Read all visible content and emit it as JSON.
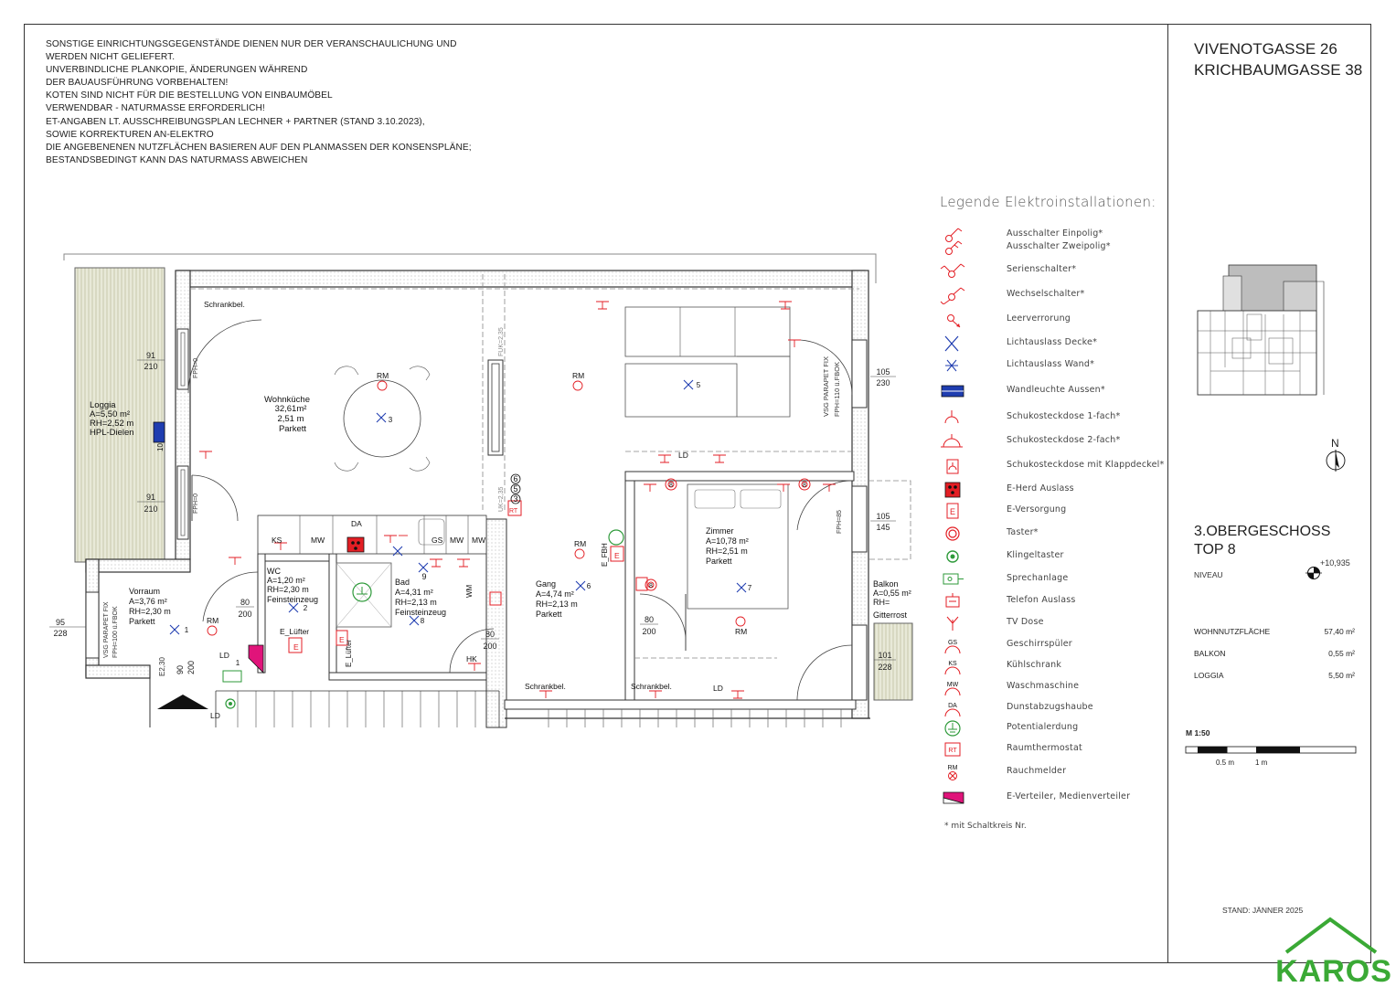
{
  "notes": [
    "SONSTIGE EINRICHTUNGSGEGENSTÄNDE DIENEN NUR DER VERANSCHAULICHUNG UND",
    " WERDEN NICHT GELIEFERT.",
    "UNVERBINDLICHE PLANKOPIE, ÄNDERUNGEN WÄHREND",
    "DER BAUAUSFÜHRUNG VORBEHALTEN!",
    "KOTEN SIND NICHT FÜR DIE BESTELLUNG VON EINBAUMÖBEL",
    " VERWENDBAR - NATURMASSE ERFORDERLICH!",
    "ET-ANGABEN LT. AUSSCHREIBUNGSPLAN LECHNER + PARTNER (STAND 3.10.2023),",
    "SOWIE KORREKTUREN AN-ELEKTRO",
    "DIE ANGEBENENEN NUTZFLÄCHEN BASIEREN AUF DEN PLANMASSEN DER KONSENSPLÄNE;",
    "BESTANDSBEDINGT KANN DAS NATURMASS ABWEICHEN"
  ],
  "address": {
    "line1": "VIVENOTGASSE 26",
    "line2": "KRICHBAUMGASSE 38"
  },
  "floor": {
    "line1": "3.OBERGESCHOSS",
    "line2": "TOP 8",
    "niveau_label": "NIVEAU",
    "level": "+10,935"
  },
  "areas": [
    {
      "label": "WOHNNUTZFLÄCHE",
      "value": "57,40 m²"
    },
    {
      "label": "BALKON",
      "value": "0,55 m²"
    },
    {
      "label": "LOGGIA",
      "value": "5,50 m²"
    }
  ],
  "scale": {
    "label": "M 1:50",
    "tick1": "0.5 m",
    "tick2": "1 m"
  },
  "stand": "STAND:    JÄNNER 2025",
  "logo_text": "KAROS",
  "north_label": "N",
  "legend": {
    "title": "Legende Elektroinstallationen:",
    "items": [
      {
        "icon": "switch-single-icon",
        "label": "Ausschalter Einpolig*"
      },
      {
        "icon": "switch-double-icon",
        "label": "Ausschalter Zweipolig*"
      },
      {
        "icon": "series-switch-icon",
        "label": "Serienschalter*"
      },
      {
        "icon": "changeover-switch-icon",
        "label": "Wechselschalter*"
      },
      {
        "icon": "empty-conduit-icon",
        "label": "Leerverrorung"
      },
      {
        "icon": "ceiling-light-icon",
        "label": "Lichtauslass Decke*"
      },
      {
        "icon": "wall-light-icon",
        "label": "Lichtauslass Wand*"
      },
      {
        "icon": "outdoor-wall-light-icon",
        "label": "Wandleuchte Aussen*"
      },
      {
        "icon": "socket-single-icon",
        "label": "Schukosteckdose 1-fach*"
      },
      {
        "icon": "socket-double-icon",
        "label": "Schukosteckdose 2-fach*"
      },
      {
        "icon": "socket-cover-icon",
        "label": "Schukosteckdose mit Klappdeckel*"
      },
      {
        "icon": "stove-outlet-icon",
        "label": "E-Herd Auslass"
      },
      {
        "icon": "power-supply-icon",
        "label": "E-Versorgung"
      },
      {
        "icon": "push-button-icon",
        "label": "Taster*"
      },
      {
        "icon": "doorbell-button-icon",
        "label": "Klingeltaster"
      },
      {
        "icon": "intercom-icon",
        "label": "Sprechanlage"
      },
      {
        "icon": "phone-outlet-icon",
        "label": "Telefon Auslass"
      },
      {
        "icon": "tv-outlet-icon",
        "label": "TV Dose"
      },
      {
        "icon": "dishwasher-icon",
        "label": "Geschirrspüler"
      },
      {
        "icon": "fridge-icon",
        "label": "Kühlschrank"
      },
      {
        "icon": "washing-machine-icon",
        "label": "Waschmaschine"
      },
      {
        "icon": "extractor-hood-icon",
        "label": "Dunstabzugshaube"
      },
      {
        "icon": "grounding-icon",
        "label": "Potentialerdung"
      },
      {
        "icon": "thermostat-icon",
        "label": "Raumthermostat"
      },
      {
        "icon": "smoke-detector-icon",
        "label": "Rauchmelder"
      },
      {
        "icon": "distribution-board-icon",
        "label": "E-Verteiler, Medienverteiler"
      }
    ],
    "tags": {
      "gs": "GS",
      "ks": "KS",
      "mw": "MW",
      "da": "DA",
      "rm": "RM",
      "rt": "RT",
      "e": "E"
    },
    "footnote": "* mit Schaltkreis Nr."
  },
  "plan": {
    "rooms": [
      {
        "name": "Loggia",
        "area": "A=5,50 m²",
        "height": "RH=2,52 m",
        "floor": "HPL-Dielen"
      },
      {
        "name": "Wohnküche",
        "area": "32,61m²",
        "height": "2,51 m",
        "floor": "Parkett"
      },
      {
        "name": "Vorraum",
        "area": "A=3,76 m²",
        "height": "RH=2,30 m",
        "floor": "Parkett"
      },
      {
        "name": "WC",
        "area": "A=1,20 m²",
        "height": "RH=2,30 m",
        "floor": "Feinsteinzeug"
      },
      {
        "name": "Bad",
        "area": "A=4,31 m²",
        "height": "RH=2,13 m",
        "floor": "Feinsteinzeug"
      },
      {
        "name": "Gang",
        "area": "A=4,74 m²",
        "height": "RH=2,13 m",
        "floor": "Parkett"
      },
      {
        "name": "Zimmer",
        "area": "A=10,78 m²",
        "height": "RH=2,51 m",
        "floor": "Parkett"
      },
      {
        "name": "Balkon",
        "area": "A=0,55 m²",
        "height": "RH=",
        "floor": "Gitterrost"
      }
    ],
    "labels": {
      "schrankbel": "Schrankbel.",
      "e_luefter": "E_Lüfter",
      "e_fbh": "E_FBH",
      "ld": "LD",
      "hk": "HK",
      "wm": "WM",
      "parapet_right": "VSG PARAPET FIX",
      "parapet_right2": "FPH=110 ü.FBOK",
      "parapet_left": "VSG PARAPET FIX",
      "parapet_left2": "FPH=100 ü.FBOK",
      "fph0": "FPH=0",
      "fph85": "FPH=85",
      "fuk": "FUK=2,35",
      "uk": "UK=2,35",
      "e2_30": "E2,30"
    },
    "dims": [
      {
        "top": "91",
        "bottom": "210"
      },
      {
        "top": "91",
        "bottom": "210"
      },
      {
        "top": "105",
        "bottom": "230"
      },
      {
        "top": "105",
        "bottom": "145"
      },
      {
        "top": "101",
        "bottom": "228"
      },
      {
        "top": "95",
        "bottom": "228"
      },
      {
        "top": "80",
        "bottom": "200"
      },
      {
        "top": "80",
        "bottom": "200"
      },
      {
        "top": "80",
        "bottom": "200"
      },
      {
        "top": "90",
        "bottom": "200"
      }
    ],
    "circuit_numbers": [
      "3",
      "5",
      "6",
      "5",
      "3",
      "8",
      "8",
      "8",
      "7",
      "1",
      "2",
      "8",
      "9",
      "10",
      "6",
      "1"
    ]
  }
}
